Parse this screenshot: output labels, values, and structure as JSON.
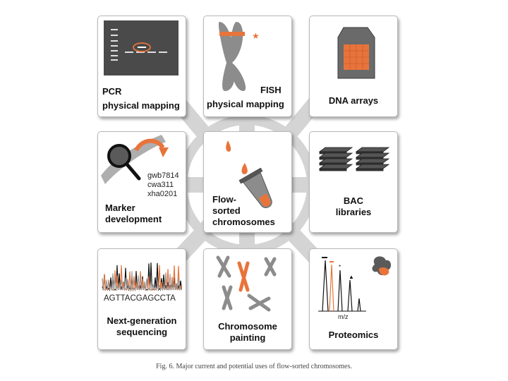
{
  "colors": {
    "accent": "#e8743b",
    "chromosome": "#8c8c8c",
    "panel_dark": "#4a4a4a",
    "tile_border": "#b8b8b8",
    "hub": "#d4d4d4"
  },
  "tiles": {
    "pcr": {
      "line1": "PCR",
      "line2": "physical mapping"
    },
    "fish": {
      "line1": "FISH",
      "line2": "physical mapping"
    },
    "dna_arrays": {
      "label": "DNA arrays"
    },
    "marker": {
      "markers": [
        "gwb7814",
        "cwa311",
        "xha0201"
      ],
      "line1": "Marker",
      "line2": "development"
    },
    "flow": {
      "line1": "Flow-",
      "line2": "sorted",
      "line3": "chromosomes"
    },
    "bac": {
      "line1": "BAC",
      "line2": "libraries"
    },
    "ngs": {
      "sequence": "AGTTACGAGCCTA",
      "line1": "Next-generation",
      "line2": "sequencing"
    },
    "painting": {
      "line1": "Chromosome",
      "line2": "painting"
    },
    "proteomics": {
      "axis_label": "m/z",
      "label": "Proteomics"
    }
  },
  "caption": "Fig. 6. Major current and potential uses of flow-sorted chromosomes."
}
